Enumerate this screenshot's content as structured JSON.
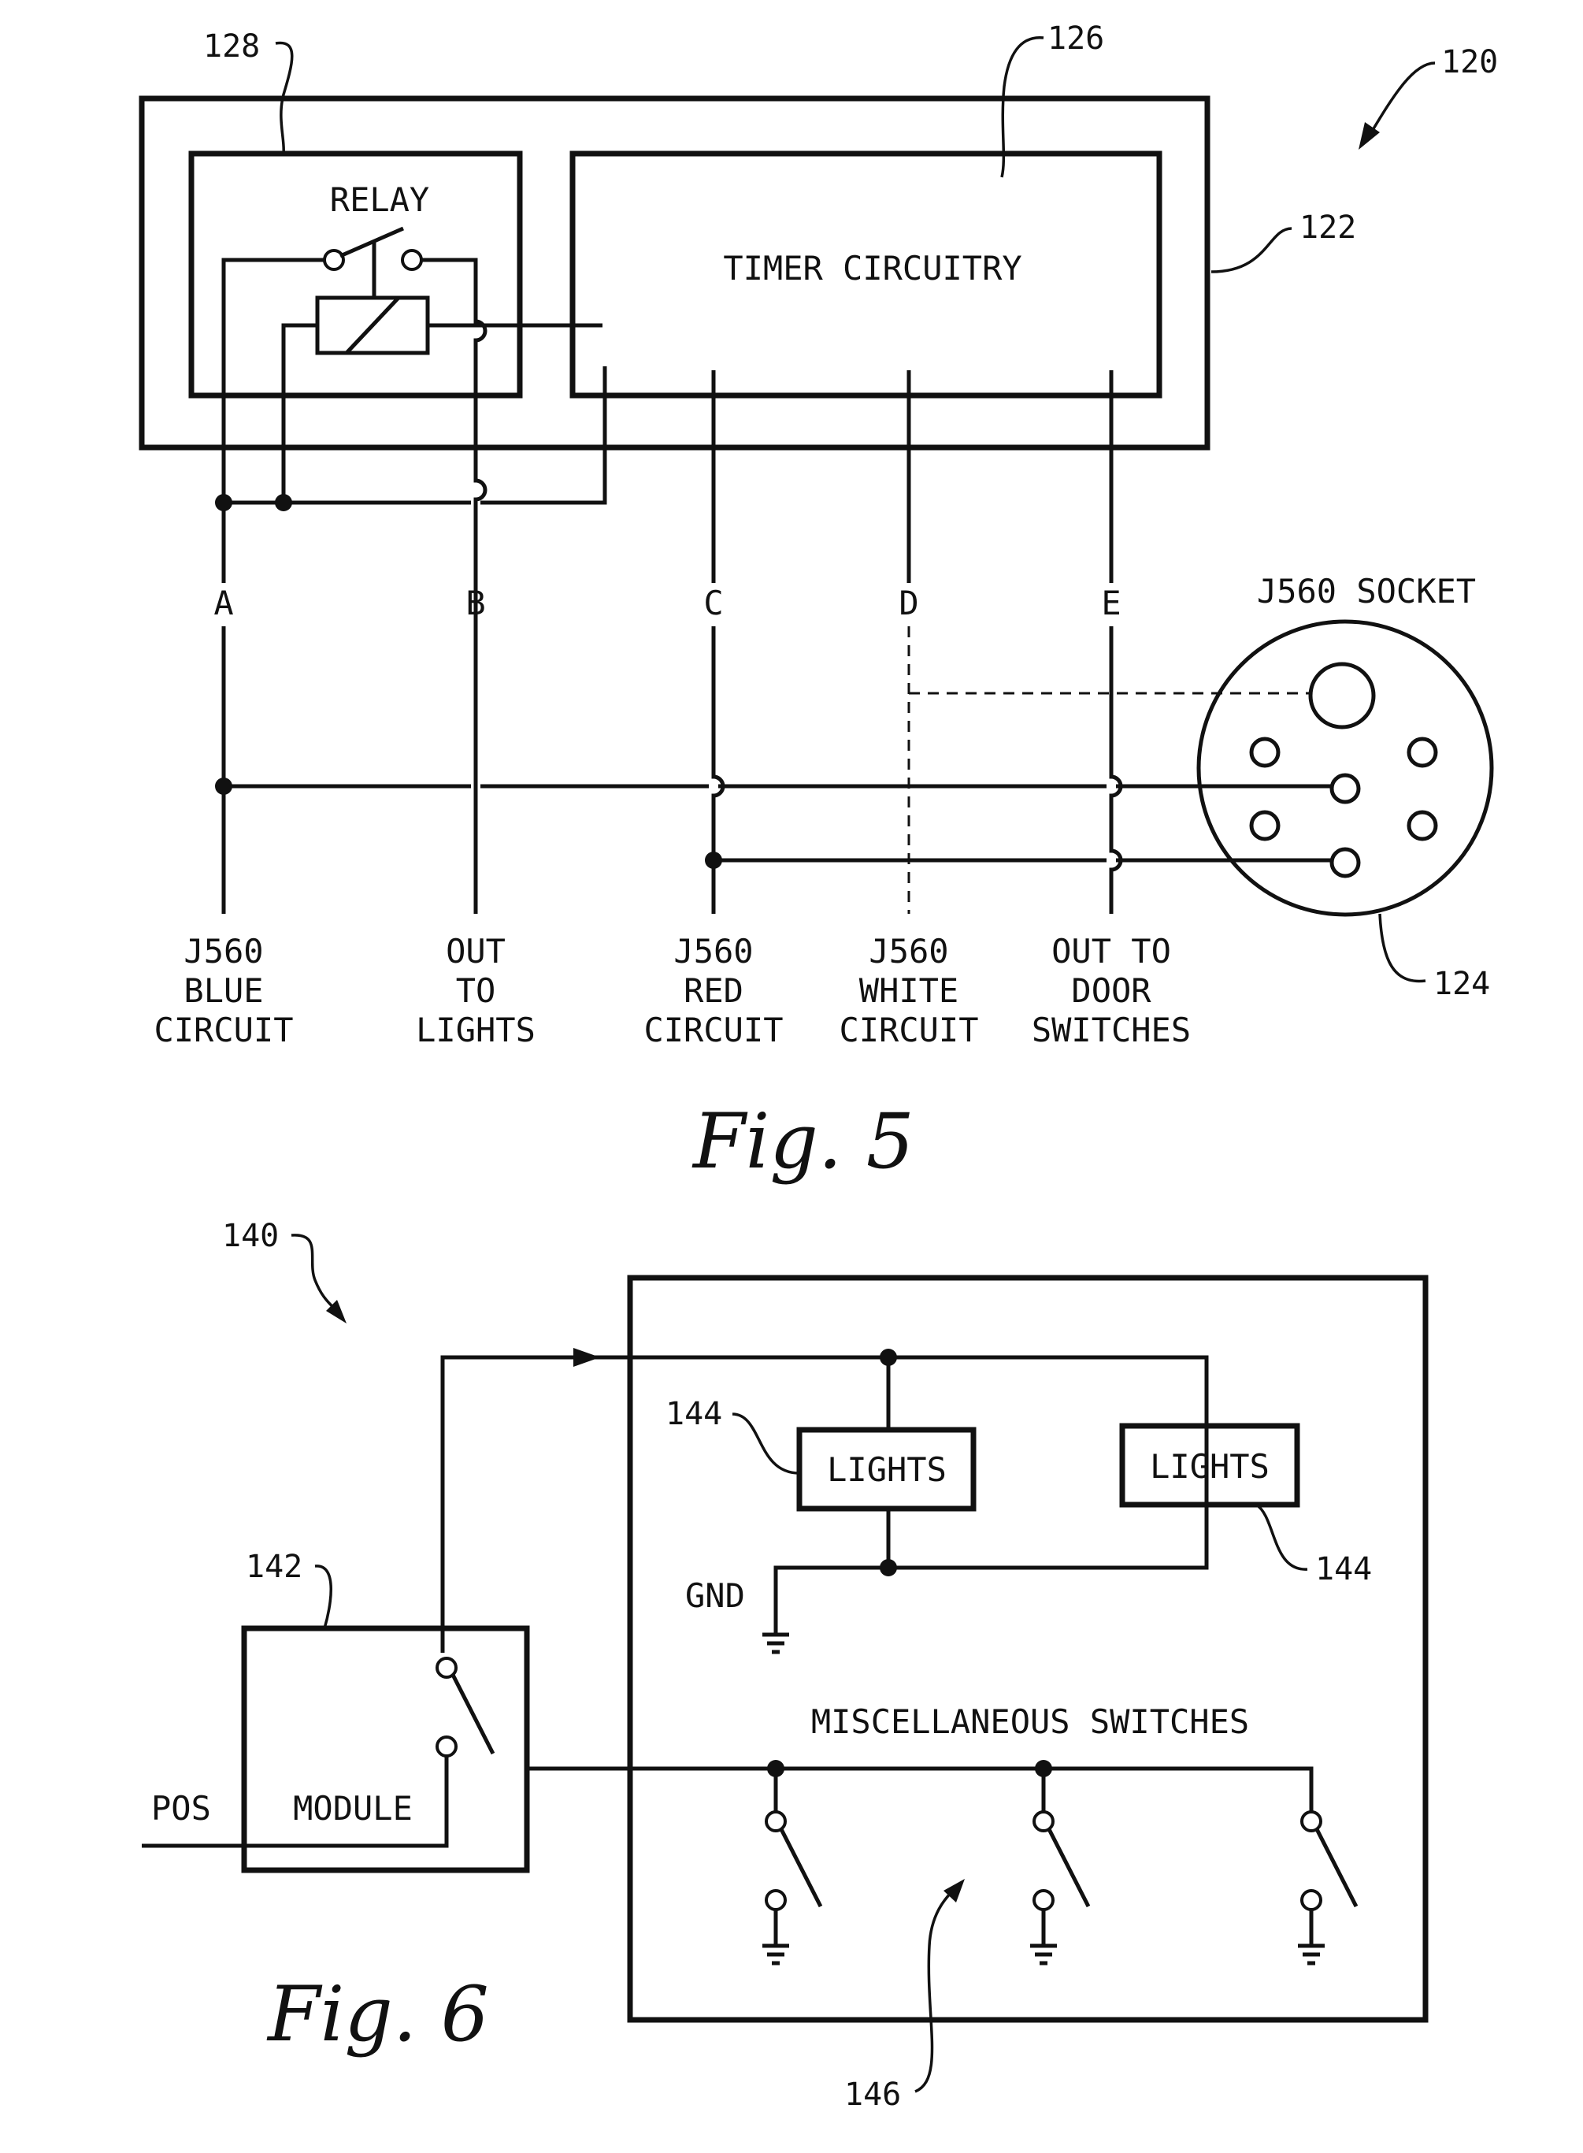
{
  "fig5": {
    "title": "Fig. 5",
    "refs": {
      "assembly": "120",
      "housing": "122",
      "socket": "124",
      "timer": "126",
      "relay": "128"
    },
    "relay_label": "RELAY",
    "timer_label": "TIMER CIRCUITRY",
    "socket_label": "J560 SOCKET",
    "terminals": [
      "A",
      "B",
      "C",
      "D",
      "E"
    ],
    "outputs": [
      {
        "line1": "J560",
        "line2": "BLUE",
        "line3": "CIRCUIT"
      },
      {
        "line1": "OUT",
        "line2": "TO",
        "line3": "LIGHTS"
      },
      {
        "line1": "J560",
        "line2": "RED",
        "line3": "CIRCUIT"
      },
      {
        "line1": "J560",
        "line2": "WHITE",
        "line3": "CIRCUIT"
      },
      {
        "line1": "OUT TO",
        "line2": "DOOR",
        "line3": "SWITCHES"
      }
    ]
  },
  "fig6": {
    "title": "Fig. 6",
    "refs": {
      "system": "140",
      "module": "142",
      "lights_left": "144",
      "lights_right": "144",
      "switches": "146"
    },
    "lights_label": "LIGHTS",
    "gnd_label": "GND",
    "pos_label": "POS",
    "module_label": "MODULE",
    "switches_label": "MISCELLANEOUS SWITCHES"
  }
}
